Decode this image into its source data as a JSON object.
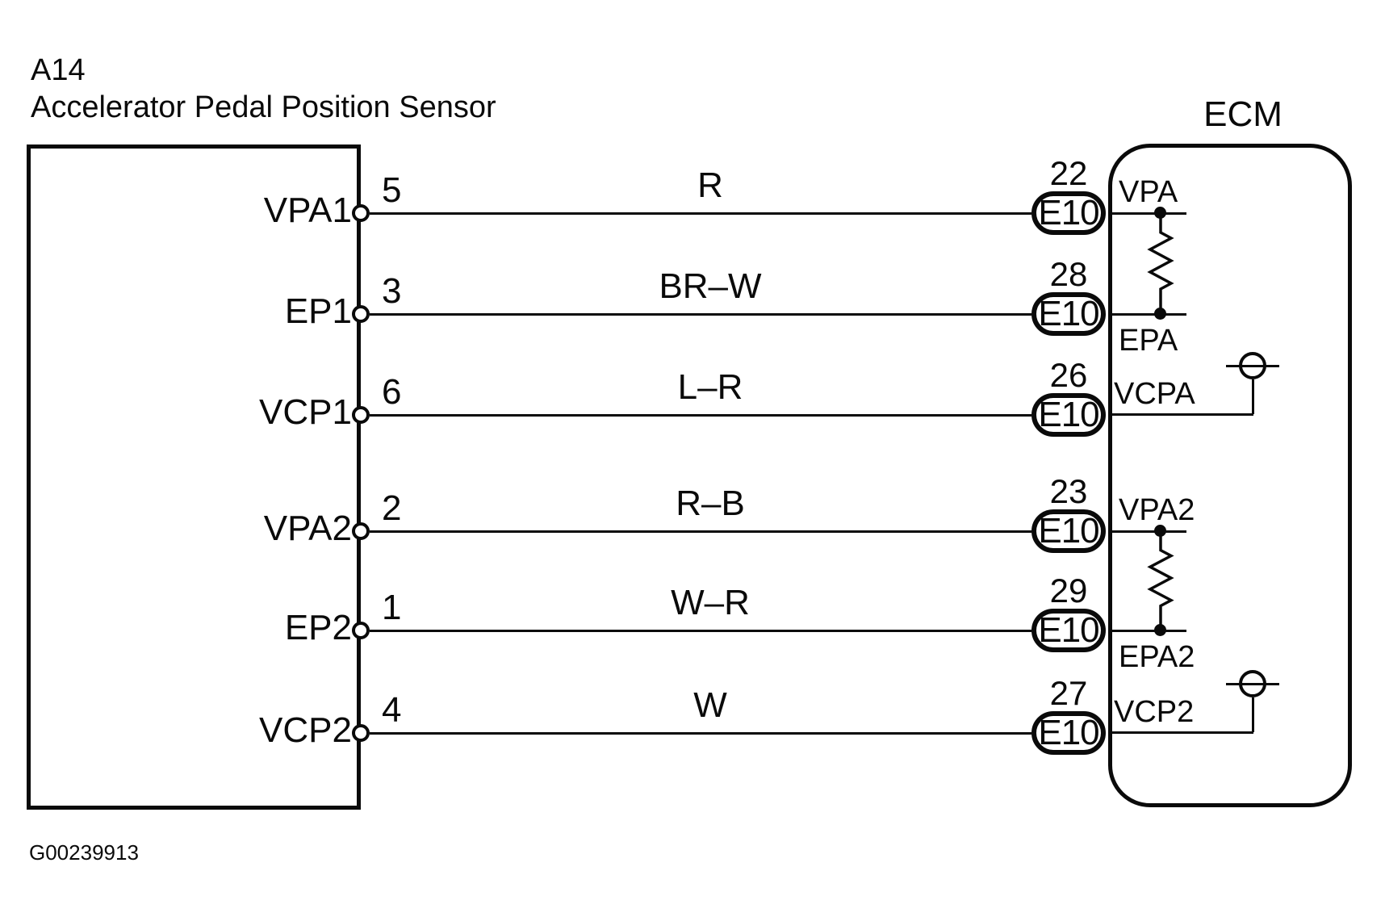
{
  "title": "A14",
  "subtitle": "Accelerator Pedal Position Sensor",
  "figure_id": "G00239913",
  "ecm": {
    "label": "ECM"
  },
  "rows": [
    {
      "sensor_pin": "VPA1",
      "pin_no": "5",
      "wire_color": "R",
      "ecm_terminal": "22",
      "connector": "E10",
      "ecm_pin": "VPA"
    },
    {
      "sensor_pin": "EP1",
      "pin_no": "3",
      "wire_color": "BR–W",
      "ecm_terminal": "28",
      "connector": "E10",
      "ecm_pin": "EPA"
    },
    {
      "sensor_pin": "VCP1",
      "pin_no": "6",
      "wire_color": "L–R",
      "ecm_terminal": "26",
      "connector": "E10",
      "ecm_pin": "VCPA"
    },
    {
      "sensor_pin": "VPA2",
      "pin_no": "2",
      "wire_color": "R–B",
      "ecm_terminal": "23",
      "connector": "E10",
      "ecm_pin": "VPA2"
    },
    {
      "sensor_pin": "EP2",
      "pin_no": "1",
      "wire_color": "W–R",
      "ecm_terminal": "29",
      "connector": "E10",
      "ecm_pin": "EPA2"
    },
    {
      "sensor_pin": "VCP2",
      "pin_no": "4",
      "wire_color": "W",
      "ecm_terminal": "27",
      "connector": "E10",
      "ecm_pin": "VCP2"
    }
  ],
  "colors": {
    "ink": "#0a0a0a",
    "paper": "#ffffff"
  }
}
